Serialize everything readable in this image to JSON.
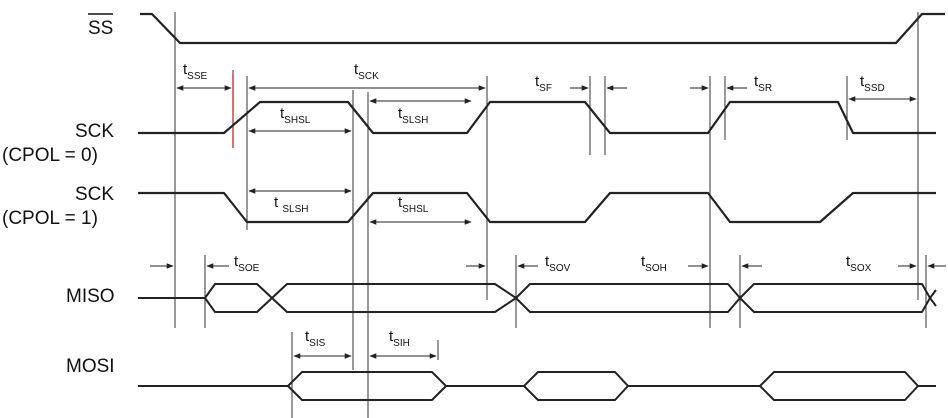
{
  "signals": {
    "ss": "SS",
    "sck0": "SCK",
    "sck0_sub": "(CPOL = 0)",
    "sck1": "SCK",
    "sck1_sub": "(CPOL = 1)",
    "miso": "MISO",
    "mosi": "MOSI"
  },
  "timings": {
    "sse": {
      "t": "t",
      "sub": "SSE"
    },
    "sck": {
      "t": "t",
      "sub": "SCK"
    },
    "sf": {
      "t": "t",
      "sub": "SF"
    },
    "sr": {
      "t": "t",
      "sub": "SR"
    },
    "ssd": {
      "t": "t",
      "sub": "SSD"
    },
    "shsl_0": {
      "t": "t",
      "sub": "SHSL"
    },
    "slsh_0": {
      "t": "t",
      "sub": "SLSH"
    },
    "slsh_1": {
      "t": "t ",
      "sub": "SLSH"
    },
    "shsl_1": {
      "t": "t",
      "sub": "SHSL"
    },
    "soe": {
      "t": "t",
      "sub": "SOE"
    },
    "sov": {
      "t": "t",
      "sub": "SOV"
    },
    "soh": {
      "t": "t",
      "sub": "SOH"
    },
    "sox": {
      "t": "t",
      "sub": "SOX"
    },
    "sis": {
      "t": "t",
      "sub": "SIS"
    },
    "sih": {
      "t": "t",
      "sub": "SIH"
    }
  },
  "colors": {
    "line": "#222222",
    "marker": "#cc3333"
  }
}
